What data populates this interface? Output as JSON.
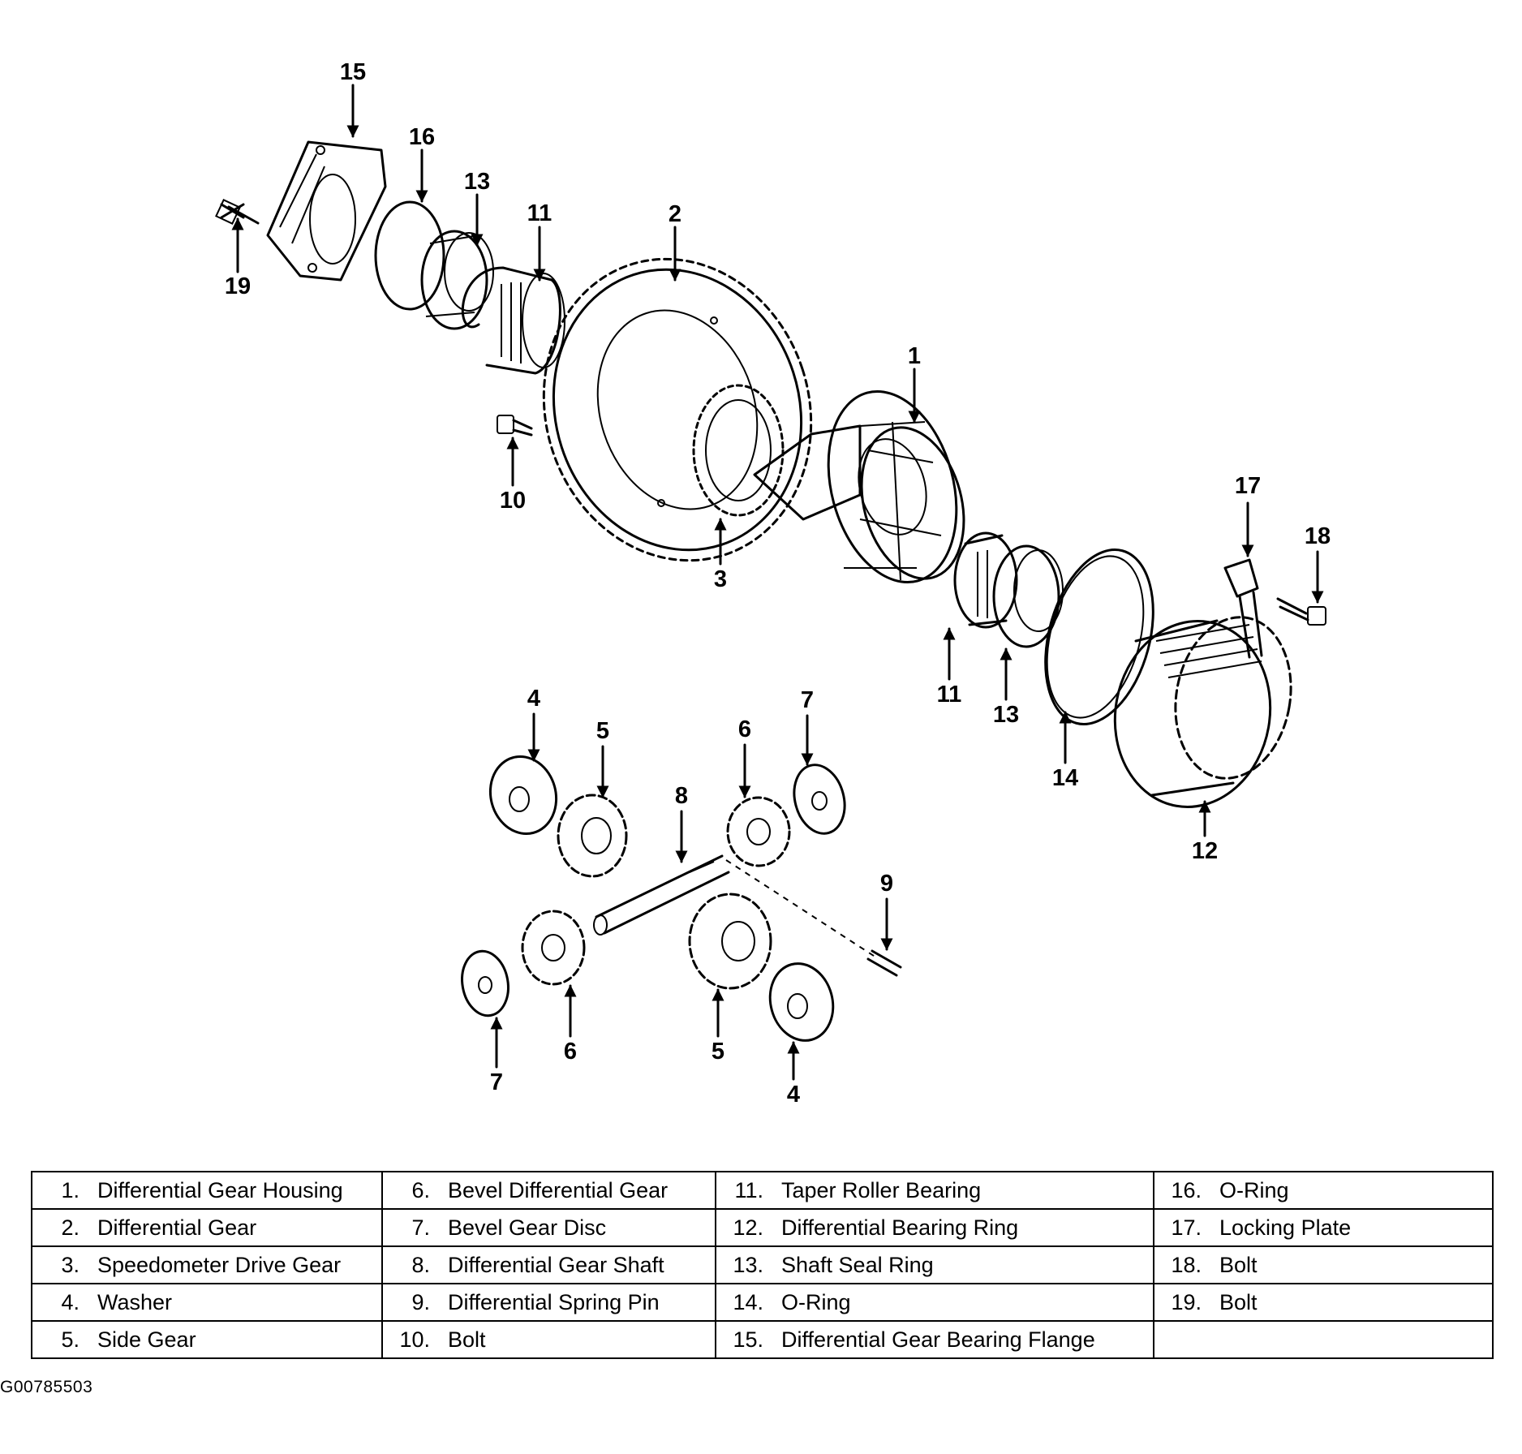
{
  "callouts": [
    {
      "id": "15",
      "text": "15"
    },
    {
      "id": "16",
      "text": "16"
    },
    {
      "id": "13a",
      "text": "13"
    },
    {
      "id": "11a",
      "text": "11"
    },
    {
      "id": "2",
      "text": "2"
    },
    {
      "id": "19",
      "text": "19"
    },
    {
      "id": "1",
      "text": "1"
    },
    {
      "id": "10",
      "text": "10"
    },
    {
      "id": "3",
      "text": "3"
    },
    {
      "id": "17",
      "text": "17"
    },
    {
      "id": "18",
      "text": "18"
    },
    {
      "id": "11b",
      "text": "11"
    },
    {
      "id": "13b",
      "text": "13"
    },
    {
      "id": "14",
      "text": "14"
    },
    {
      "id": "12",
      "text": "12"
    },
    {
      "id": "4a",
      "text": "4"
    },
    {
      "id": "5a",
      "text": "5"
    },
    {
      "id": "6a",
      "text": "6"
    },
    {
      "id": "7a",
      "text": "7"
    },
    {
      "id": "8",
      "text": "8"
    },
    {
      "id": "9",
      "text": "9"
    },
    {
      "id": "7b",
      "text": "7"
    },
    {
      "id": "6b",
      "text": "6"
    },
    {
      "id": "5b",
      "text": "5"
    },
    {
      "id": "4b",
      "text": "4"
    }
  ],
  "legend": [
    [
      {
        "num": "1.",
        "label": "Differential Gear Housing"
      },
      {
        "num": "6.",
        "label": "Bevel Differential Gear"
      },
      {
        "num": "11.",
        "label": "Taper Roller Bearing"
      },
      {
        "num": "16.",
        "label": "O-Ring"
      }
    ],
    [
      {
        "num": "2.",
        "label": "Differential Gear"
      },
      {
        "num": "7.",
        "label": "Bevel Gear Disc"
      },
      {
        "num": "12.",
        "label": "Differential Bearing Ring"
      },
      {
        "num": "17.",
        "label": "Locking Plate"
      }
    ],
    [
      {
        "num": "3.",
        "label": "Speedometer Drive Gear"
      },
      {
        "num": "8.",
        "label": "Differential Gear Shaft"
      },
      {
        "num": "13.",
        "label": "Shaft Seal Ring"
      },
      {
        "num": "18.",
        "label": "Bolt"
      }
    ],
    [
      {
        "num": "4.",
        "label": "Washer"
      },
      {
        "num": "9.",
        "label": "Differential Spring Pin"
      },
      {
        "num": "14.",
        "label": "O-Ring"
      },
      {
        "num": "19.",
        "label": "Bolt"
      }
    ],
    [
      {
        "num": "5.",
        "label": "Side Gear"
      },
      {
        "num": "10.",
        "label": "Bolt"
      },
      {
        "num": "15.",
        "label": "Differential Gear Bearing Flange"
      },
      {
        "num": "",
        "label": ""
      }
    ]
  ],
  "figure_code": "G00785503"
}
